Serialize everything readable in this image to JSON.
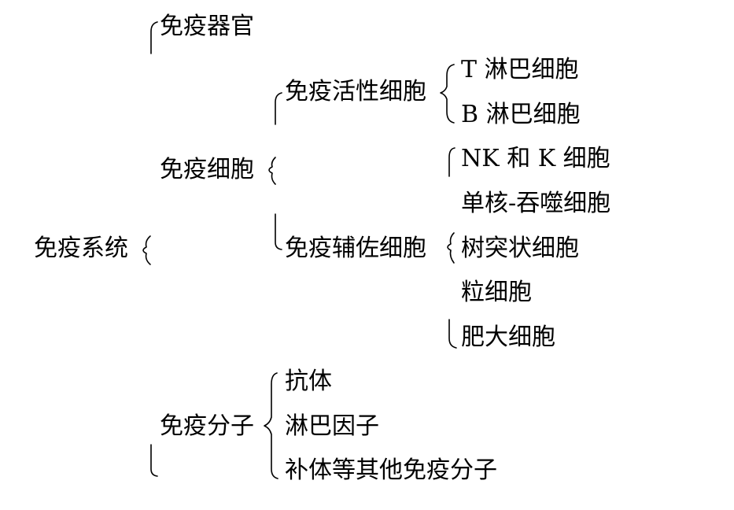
{
  "tree": {
    "root": "免疫系统",
    "level1": {
      "organs": "免疫器官",
      "cells": "免疫细胞",
      "molecules": "免疫分子"
    },
    "level2": {
      "active_cells": "免疫活性细胞",
      "accessory_cells": "免疫辅佐细胞"
    },
    "leaves": {
      "t_lymph": "T 淋巴细胞",
      "b_lymph": "B 淋巴细胞",
      "nk_k": "NK 和 K 细胞",
      "mono_macro": "单核-吞噬细胞",
      "dendritic": "树突状细胞",
      "granulocyte": "粒细胞",
      "mast": "肥大细胞",
      "antibody": "抗体",
      "lymphokine": "淋巴因子",
      "complement": "补体等其他免疫分子"
    }
  }
}
